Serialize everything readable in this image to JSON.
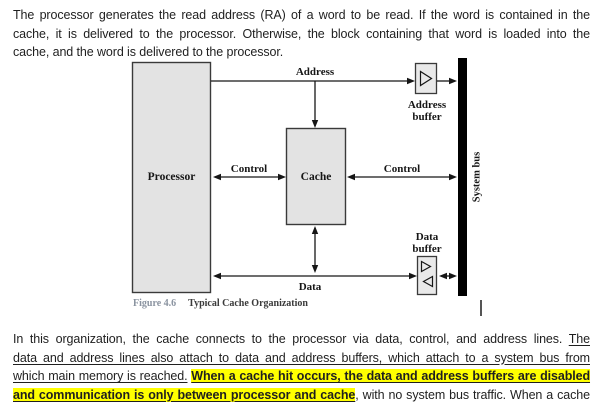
{
  "document": {
    "top_paragraph": {
      "justify_last": false,
      "lines": [
        [
          {
            "t": "The processor generates the read address (RA) of a word to be read. If the word is contained in the",
            "s": "plain"
          }
        ],
        [
          {
            "t": "cache, it is delivered to the processor. Otherwise, the block containing that word is loaded into the",
            "s": "plain"
          }
        ],
        [
          {
            "t": "cache, and the word is delivered to the processor.",
            "s": "plain"
          }
        ]
      ]
    },
    "bottom_paragraph": {
      "justify_last": true,
      "lines": [
        [
          {
            "t": "In this organization, the cache connects to the processor via data, control, and address lines. ",
            "s": "plain"
          },
          {
            "t": "The",
            "s": "u"
          }
        ],
        [
          {
            "t": "data and address lines also attach to data and address buffers, which attach to a system bus from",
            "s": "u"
          }
        ],
        [
          {
            "t": "which main memory is reached.",
            "s": "u"
          },
          {
            "t": " ",
            "s": "plain"
          },
          {
            "t": "When a cache hit occurs, the data and address buffers are disabled",
            "s": "hl"
          }
        ],
        [
          {
            "t": "and communication is only between processor and cache",
            "s": "hl"
          },
          {
            "t": ", with no system bus traffic. When a cache",
            "s": "plain"
          }
        ]
      ]
    },
    "figure": {
      "boxes": {
        "processor": "Processor",
        "cache": "Cache"
      },
      "line_labels": {
        "address": "Address",
        "control_left": "Control",
        "control_right": "Control",
        "data": "Data"
      },
      "buffer_labels": {
        "address_buffer": [
          "Address",
          "buffer"
        ],
        "data_buffer": [
          "Data",
          "buffer"
        ]
      },
      "bus_label": "System bus",
      "caption": {
        "label": "Figure 4.6",
        "title": "Typical Cache Organization"
      },
      "icons": {
        "address_buffer_icon": "right-triangle-buffer-icon",
        "data_buffer_icon": "bidirectional-buffer-triangles-icon"
      }
    },
    "colors": {
      "highlight": "#ffff00",
      "box_fill": "#e3e3e3",
      "box_border": "#3a3a3a",
      "system_bus": "#000000",
      "caption_label": "#8a93a0",
      "body_text": "#1f1f1f"
    }
  }
}
